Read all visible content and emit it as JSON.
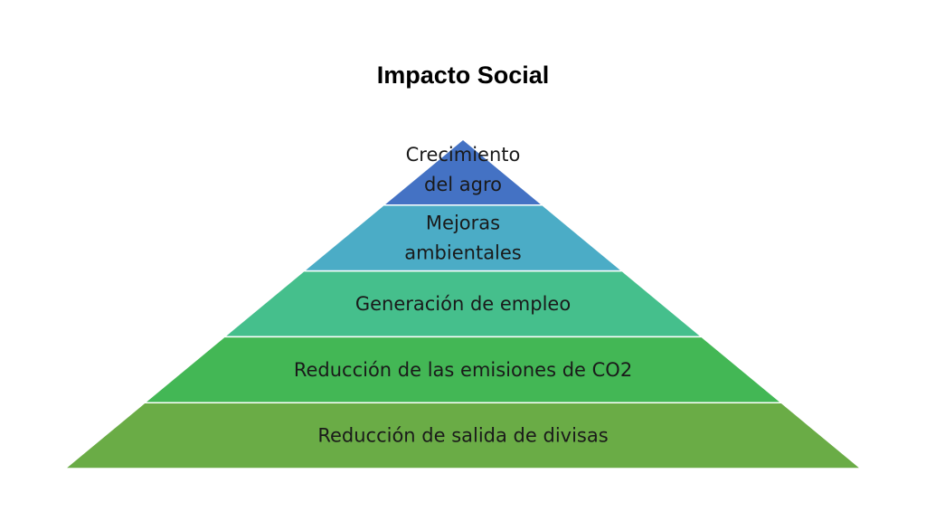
{
  "title": "Impacto Social",
  "tiers": [
    {
      "lines": [
        "Crecimiento",
        "del agro"
      ],
      "color": "#4472c4"
    },
    {
      "lines": [
        "Mejoras",
        "ambientales"
      ],
      "color": "#4bacc6"
    },
    {
      "lines": [
        "Generación de empleo"
      ],
      "color": "#45bf8c"
    },
    {
      "lines": [
        "Reducción de las emisiones de CO2"
      ],
      "color": "#43b755"
    },
    {
      "lines": [
        "Reducción de salida de divisas"
      ],
      "color": "#6aac46"
    }
  ]
}
